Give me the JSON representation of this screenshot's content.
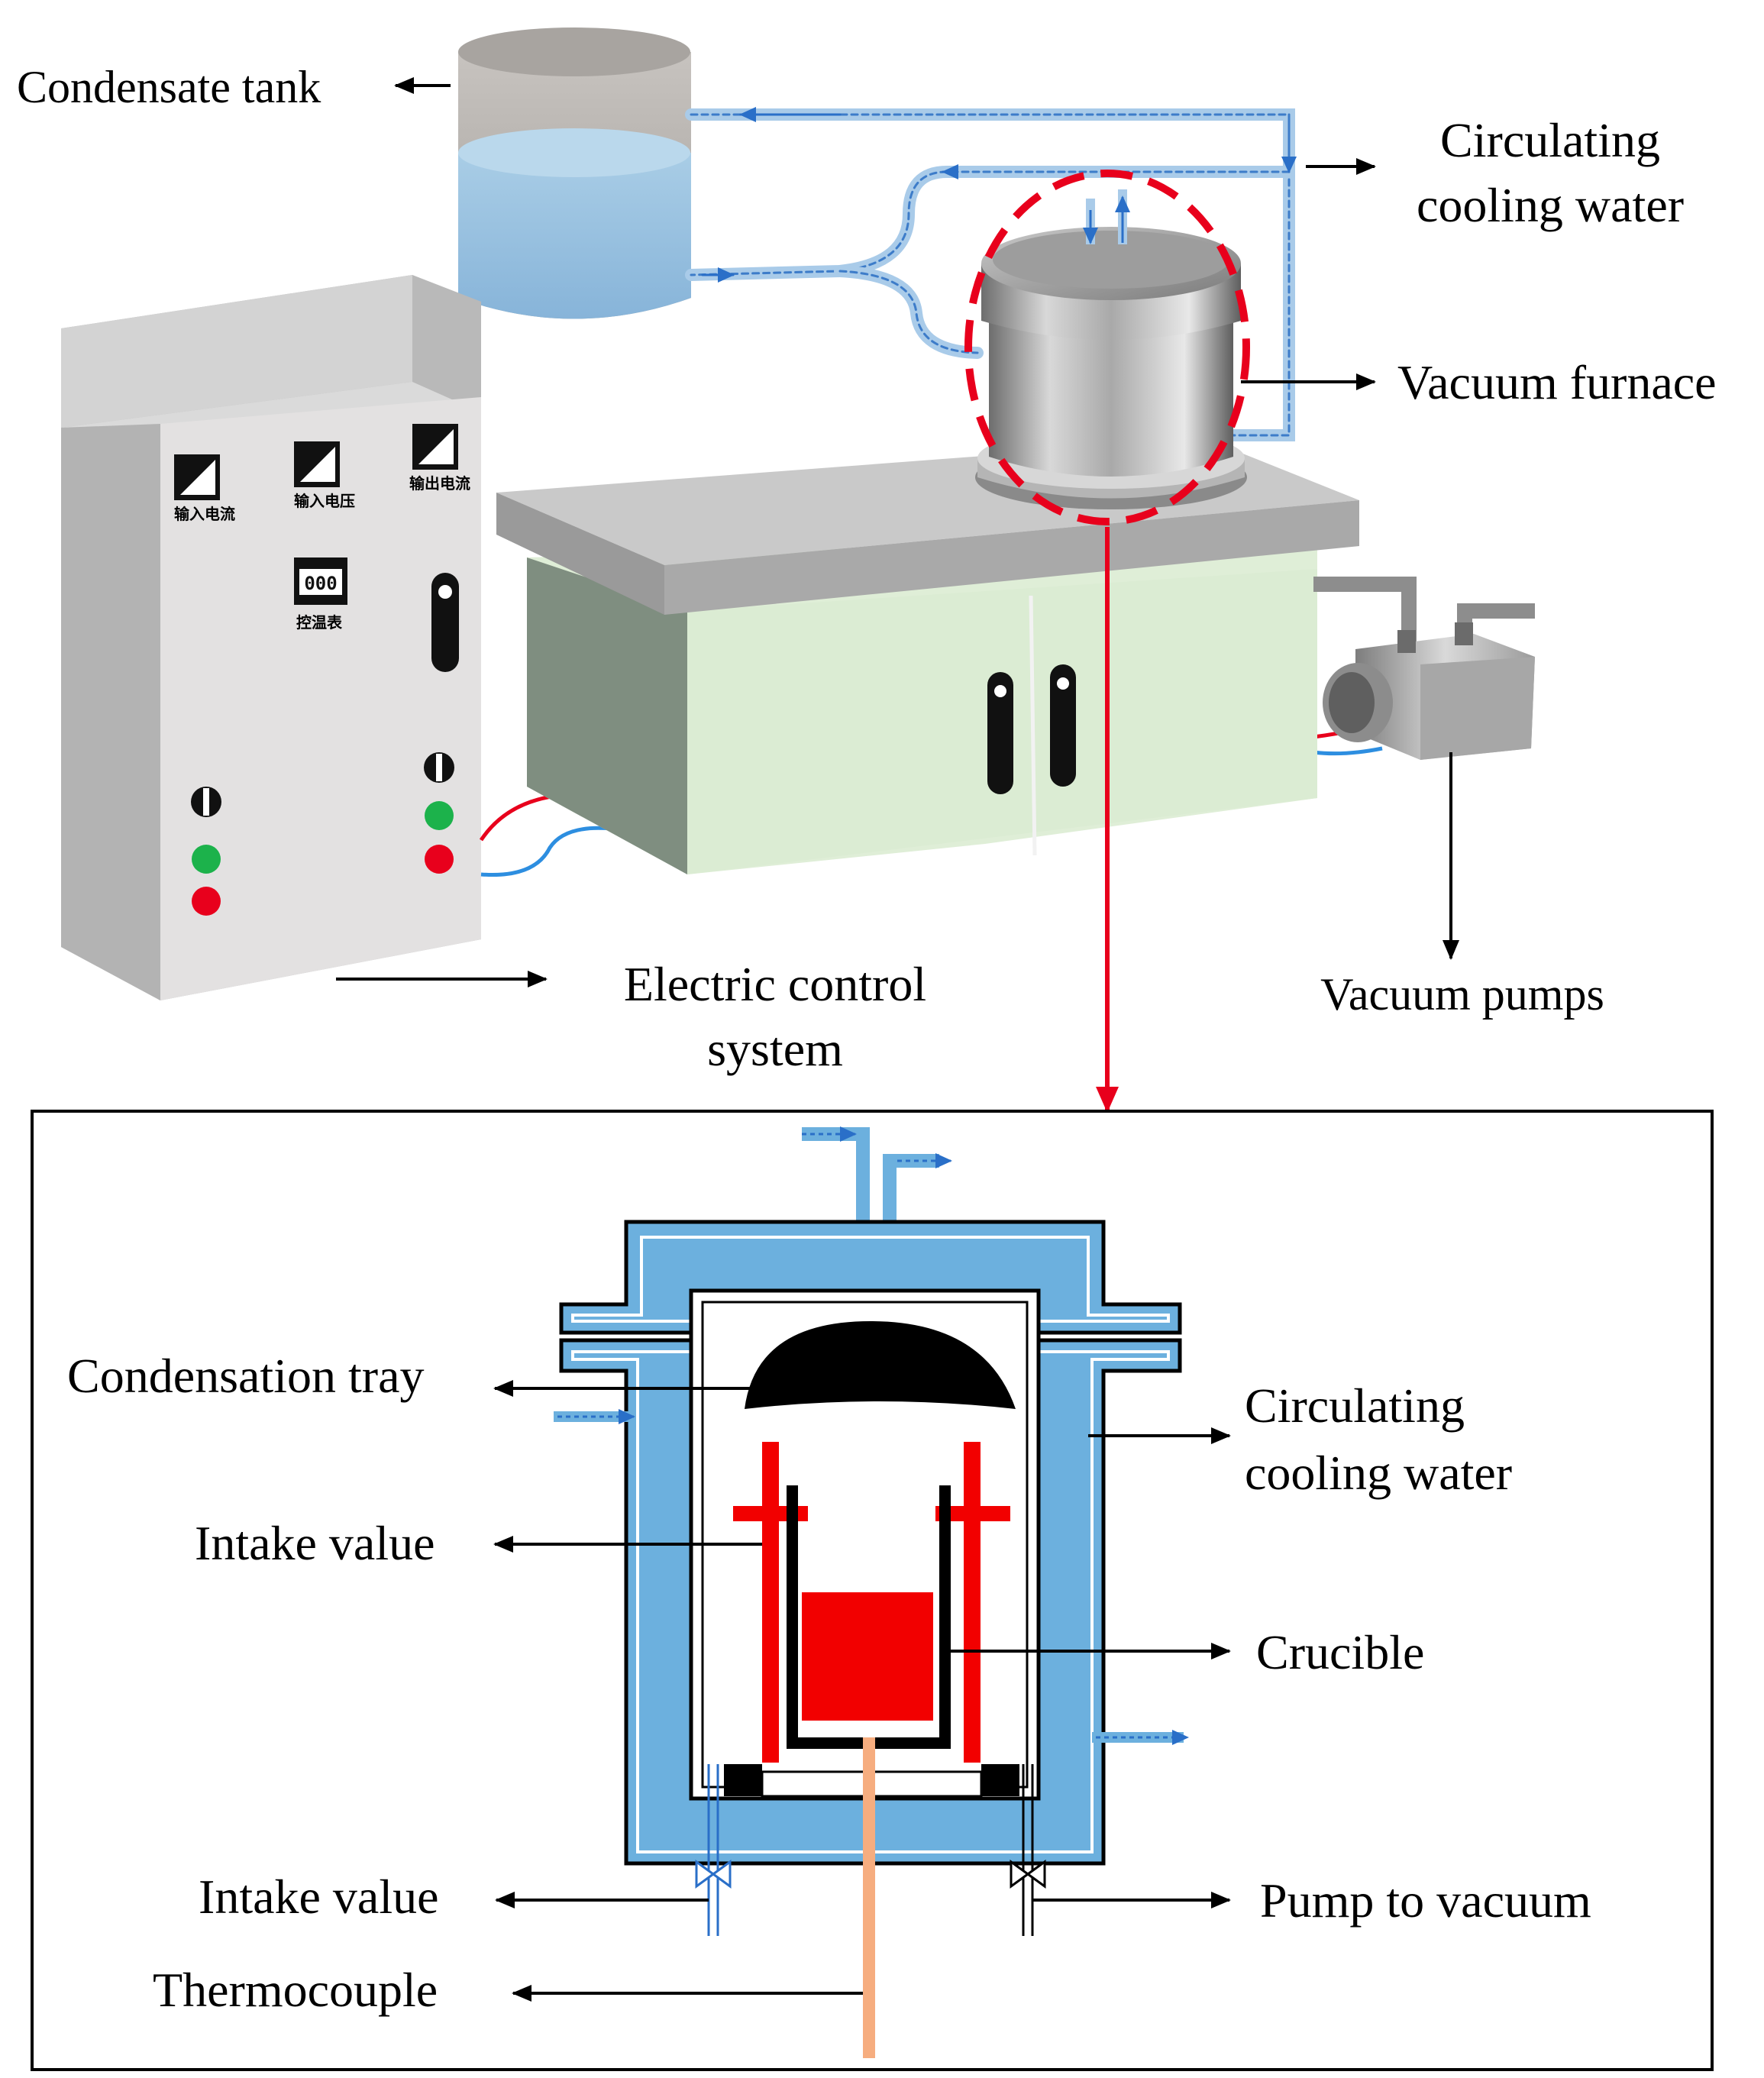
{
  "labels": {
    "condensate_tank": "Condensate tank",
    "circulating_cooling_water_top_1": "Circulating",
    "circulating_cooling_water_top_2": "cooling water",
    "vacuum_furnace": "Vacuum furnace",
    "electric_control_1": "Electric control",
    "electric_control_2": "system",
    "vacuum_pumps": "Vacuum pumps",
    "condensation_tray": "Condensation tray",
    "circulating_cooling_water_bottom_1": "Circulating",
    "circulating_cooling_water_bottom_2": "cooling  water",
    "intake_value_upper": "Intake value",
    "crucible": "Crucible",
    "intake_value_lower": "Intake value",
    "pump_to_vacuum": "Pump to vacuum",
    "thermocouple": "Thermocouple"
  },
  "panel": {
    "meter_1": "输入电流",
    "meter_2": "输入电压",
    "meter_3": "输出电流",
    "temp_display": "000",
    "temp_label": "控温表"
  },
  "colors": {
    "water": "#6cb0de",
    "water_dark": "#3d7cc9",
    "red_accent": "#e8001c",
    "crucible": "#f20000",
    "thermocouple": "#f6ad7f",
    "cabinet": "#dcecd4"
  }
}
